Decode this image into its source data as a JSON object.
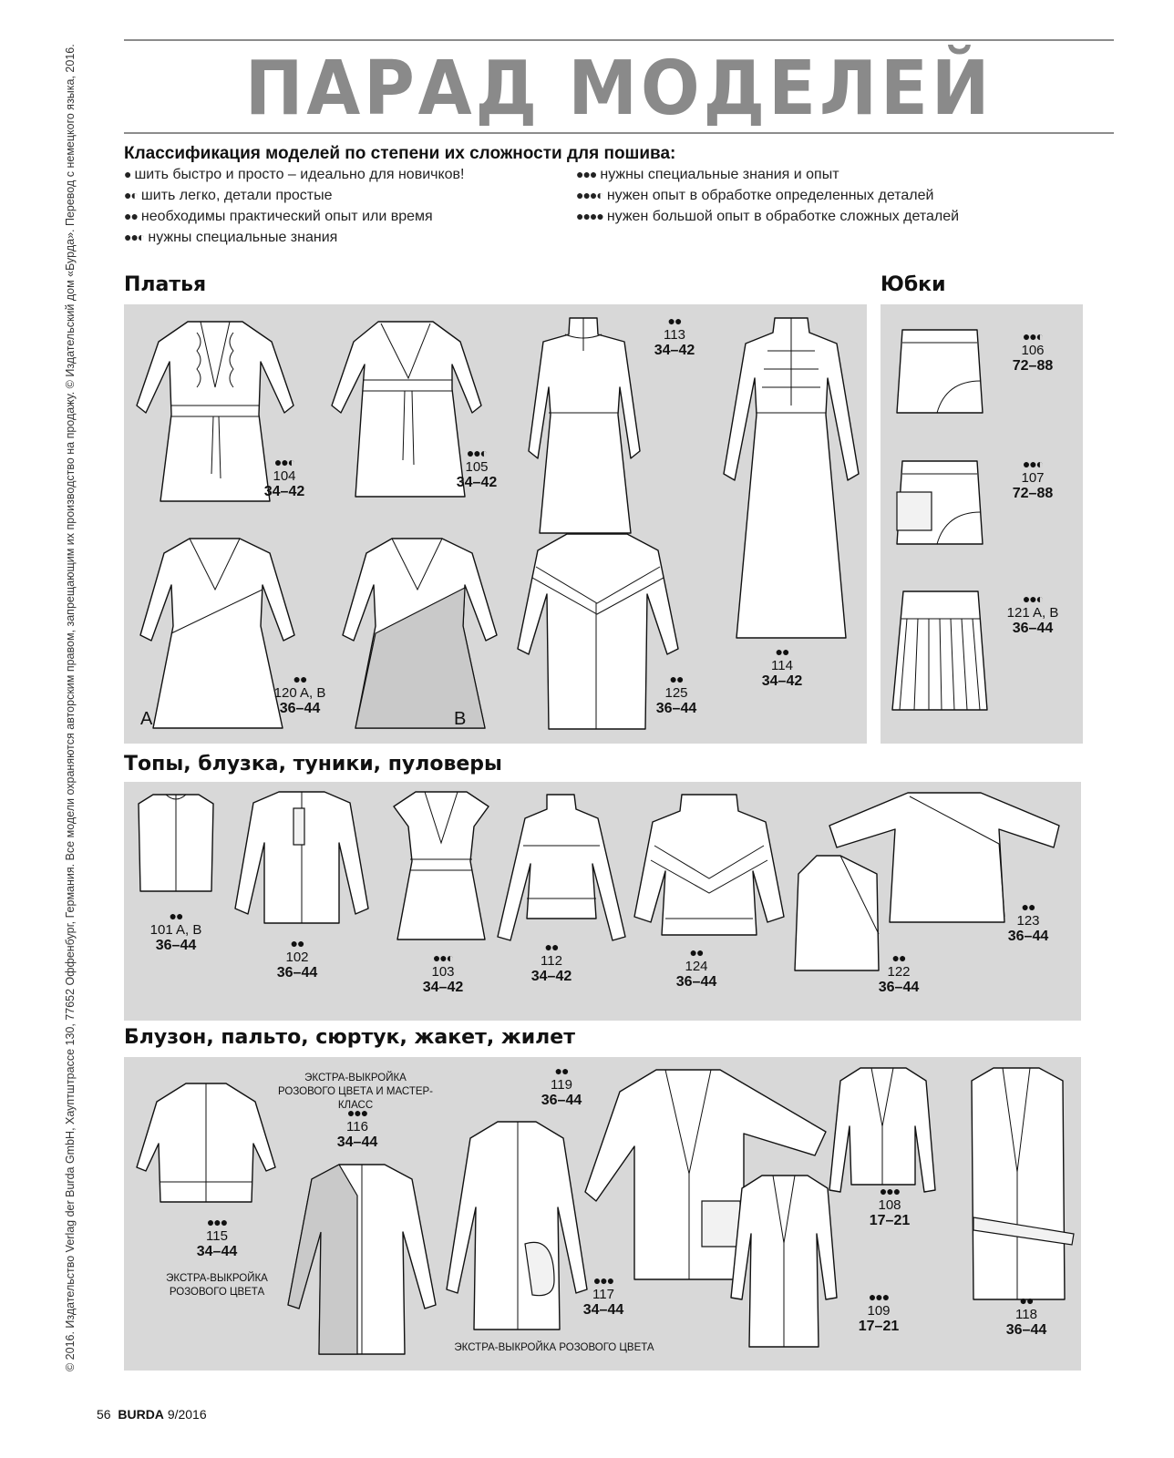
{
  "page_title": "ПАРАД МОДЕЛЕЙ",
  "copyright_vertical": "© 2016. Издательство Verlag der Burda GmbH, Хауптштрассе 130, 77652 Оффенбург, Германия. Все модели охраняются авторским правом, запрещающим их производство на продажу. © Издательский дом «Бурда». Перевод с немецкого языка, 2016.",
  "classification": {
    "heading": "Классификация моделей по степени их сложности для пошива:",
    "levels_left": [
      {
        "dots": "●",
        "text": "шить быстро и просто – идеально для новичков!"
      },
      {
        "dots": "●◐",
        "text": "шить легко, детали простые"
      },
      {
        "dots": "●●",
        "text": "необходимы практический опыт или время"
      },
      {
        "dots": "●●◐",
        "text": "нужны специальные знания"
      }
    ],
    "levels_right": [
      {
        "dots": "●●●",
        "text": "нужны специальные знания и опыт"
      },
      {
        "dots": "●●●◐",
        "text": "нужен опыт в обработке определенных деталей"
      },
      {
        "dots": "●●●●",
        "text": "нужен большой опыт в обработке сложных деталей"
      }
    ]
  },
  "sections": {
    "dresses": {
      "title": "Платья",
      "variant_a": "A",
      "variant_b": "B",
      "models": [
        {
          "dots": "●●◐",
          "num": "104",
          "sizes": "34–42"
        },
        {
          "dots": "●●◐",
          "num": "105",
          "sizes": "34–42"
        },
        {
          "dots": "●●",
          "num": "113",
          "sizes": "34–42"
        },
        {
          "dots": "●●",
          "num": "114",
          "sizes": "34–42"
        },
        {
          "dots": "●●",
          "num": "120 A, B",
          "sizes": "36–44"
        },
        {
          "dots": "●●",
          "num": "125",
          "sizes": "36–44"
        }
      ]
    },
    "skirts": {
      "title": "Юбки",
      "models": [
        {
          "dots": "●●◐",
          "num": "106",
          "sizes": "72–88"
        },
        {
          "dots": "●●◐",
          "num": "107",
          "sizes": "72–88"
        },
        {
          "dots": "●●◐",
          "num": "121 A, B",
          "sizes": "36–44"
        }
      ]
    },
    "tops": {
      "title": "Топы, блузка, туники, пуловеры",
      "models": [
        {
          "dots": "●●",
          "num": "101 A, B",
          "sizes": "36–44"
        },
        {
          "dots": "●●",
          "num": "102",
          "sizes": "36–44"
        },
        {
          "dots": "●●◐",
          "num": "103",
          "sizes": "34–42"
        },
        {
          "dots": "●●",
          "num": "112",
          "sizes": "34–42"
        },
        {
          "dots": "●●",
          "num": "124",
          "sizes": "36–44"
        },
        {
          "dots": "●●",
          "num": "122",
          "sizes": "36–44"
        },
        {
          "dots": "●●",
          "num": "123",
          "sizes": "36–44"
        }
      ]
    },
    "outer": {
      "title": "Блузон, пальто, сюртук, жакет, жилет",
      "note_116": "ЭКСТРА-ВЫКРОЙКА РОЗОВОГО ЦВЕТА И МАСТЕР-КЛАСС",
      "note_115": "ЭКСТРА-ВЫКРОЙКА РОЗОВОГО ЦВЕТА",
      "note_117": "ЭКСТРА-ВЫКРОЙКА РОЗОВОГО ЦВЕТА",
      "models": [
        {
          "dots": "●●●",
          "num": "115",
          "sizes": "34–44"
        },
        {
          "dots": "●●●",
          "num": "116",
          "sizes": "34–44"
        },
        {
          "dots": "●●",
          "num": "119",
          "sizes": "36–44"
        },
        {
          "dots": "●●●",
          "num": "117",
          "sizes": "34–44"
        },
        {
          "dots": "●●●",
          "num": "108",
          "sizes": "17–21"
        },
        {
          "dots": "●●●",
          "num": "109",
          "sizes": "17–21"
        },
        {
          "dots": "●●",
          "num": "118",
          "sizes": "36–44"
        }
      ]
    }
  },
  "footer": {
    "page": "56",
    "brand": "BURDA",
    "issue": "9/2016"
  }
}
